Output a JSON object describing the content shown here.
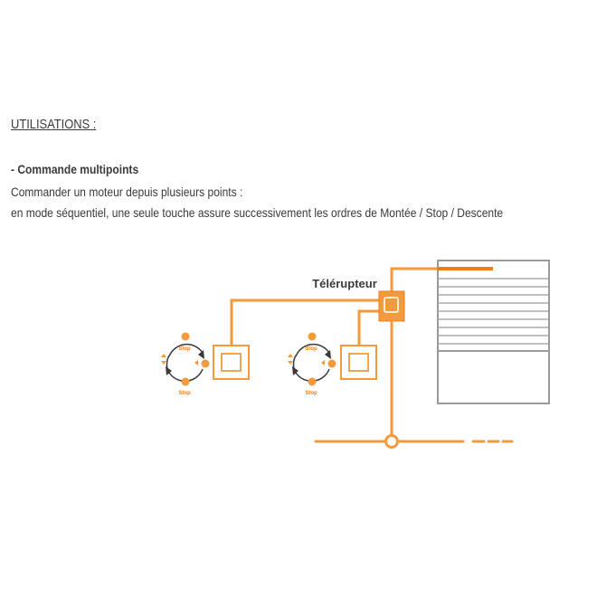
{
  "heading": "UTILISATIONS :",
  "subheading": "- Commande multipoints",
  "description_line1": "Commander un moteur depuis plusieurs points :",
  "description_line2": "en mode séquentiel, une seule touche assure successivement les ordres de Montée / Stop / Descente",
  "diagram": {
    "relay_label": "Télérupteur",
    "stop_label": "Stop",
    "colors": {
      "accent": "#f39a3c",
      "accent_dark": "#ee7d1e",
      "gray": "#9a9a9a",
      "text": "#3a3a3a"
    },
    "icons": [
      "shutter-icon",
      "relay-box-icon",
      "switch-icon",
      "sequence-cycle-icon"
    ]
  }
}
